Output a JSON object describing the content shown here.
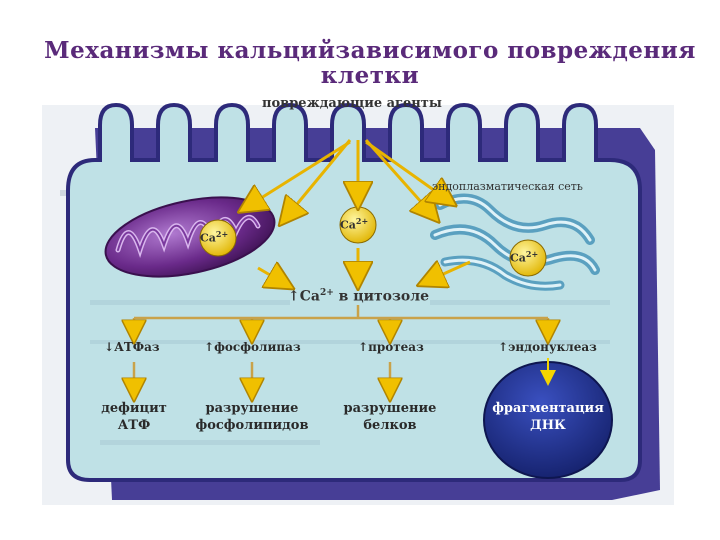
{
  "title": "Механизмы   кальцийзависимого   повреждения клетки",
  "damaging_agents": "повреждающие агенты",
  "er_label": "эндоплазматическая сеть",
  "ca_label": "Ca",
  "ca_sup": "2+",
  "cytosol": {
    "arrow": "↑",
    "prefix": "Ca",
    "sup": "2+",
    "suffix": " в цитозоле"
  },
  "enzymes": [
    {
      "arrow": "↓",
      "name": "АТФаз"
    },
    {
      "arrow": "↑",
      "name": "фосфолипаз"
    },
    {
      "arrow": "↑",
      "name": "протеаз"
    },
    {
      "arrow": "↑",
      "name": "эндонуклеаз"
    }
  ],
  "outcomes": [
    {
      "line1": "дефицит",
      "line2": "АТФ"
    },
    {
      "line1": "разрушение",
      "line2": "фосфолипидов"
    },
    {
      "line1": "разрушение",
      "line2": "белков"
    },
    {
      "line1": "фрагментация",
      "line2": "ДНК"
    }
  ],
  "colors": {
    "title": "#5a2a7a",
    "cell_border": "#2d2a7a",
    "cell_fill": "#bfe1e6",
    "arrow": "#e8b400",
    "mito": "#6a2a8a",
    "nucleus": "#1f2f8f",
    "bracket": "#c9a24a"
  }
}
